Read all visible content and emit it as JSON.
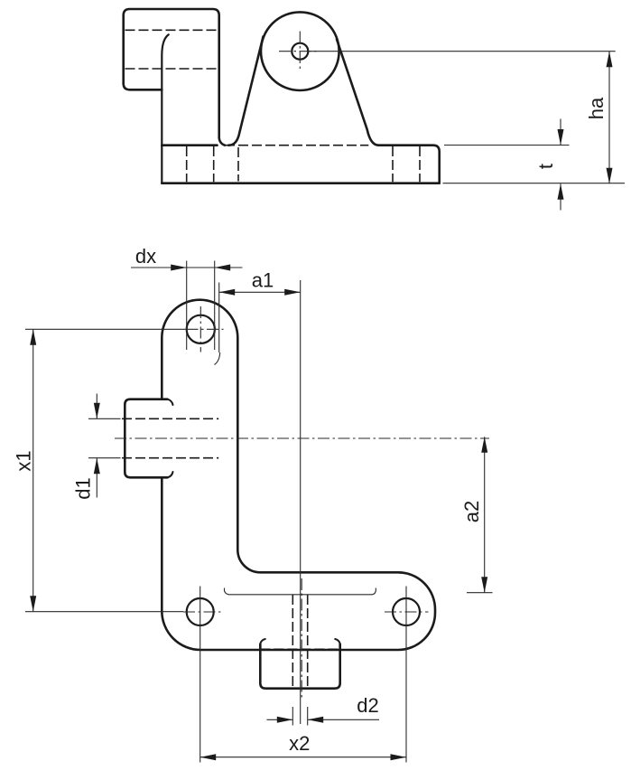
{
  "drawing": {
    "kind": "two-view technical drawing of a corner clamp bracket",
    "colors": {
      "line": "#1b1b1b",
      "background": "#ffffff"
    },
    "views": {
      "side_view": "side elevation: d1 boss block, pivot boss with hole, gusset, base plate",
      "plan_view": "L-shaped base plate with three mounting holes, left boss (d1) and bottom boss (d2)"
    },
    "dimensions": {
      "ha": "ha",
      "t": "t",
      "dx": "dx",
      "a1": "a1",
      "x1": "x1",
      "d1": "d1",
      "a2": "a2",
      "d2": "d2",
      "x2": "x2"
    }
  }
}
